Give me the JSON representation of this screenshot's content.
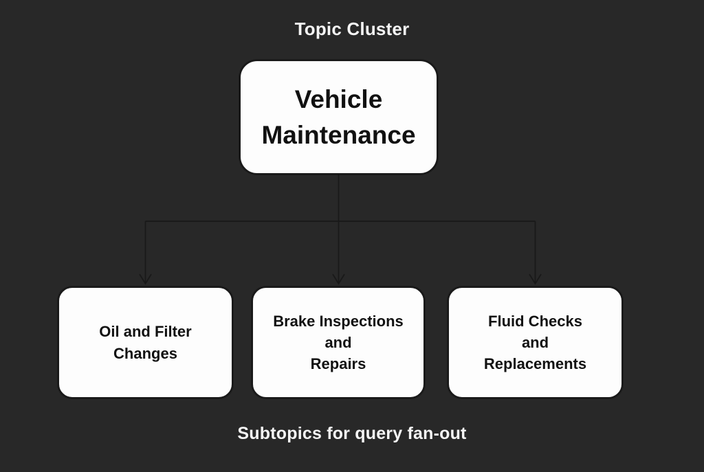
{
  "title": "Topic Cluster",
  "caption": "Subtopics for query fan-out",
  "diagram": {
    "root": {
      "label": "Vehicle Maintenance",
      "lines": [
        "Vehicle",
        "Maintenance"
      ]
    },
    "children": [
      {
        "label": "Oil and Filter Changes",
        "lines": [
          "Oil and Filter",
          "Changes",
          ""
        ]
      },
      {
        "label": "Brake Inspections and Repairs",
        "lines": [
          "Brake Inspections",
          "and",
          "Repairs"
        ]
      },
      {
        "label": "Fluid Checks and Replacements",
        "lines": [
          "Fluid Checks",
          "and",
          "Replacements"
        ]
      }
    ]
  },
  "colors": {
    "background": "#282828",
    "node_fill": "#fdfdfd",
    "node_border": "#1a1a1a",
    "node_text": "#111111",
    "connector": "#191919",
    "label_text": "#f5f5f5"
  }
}
